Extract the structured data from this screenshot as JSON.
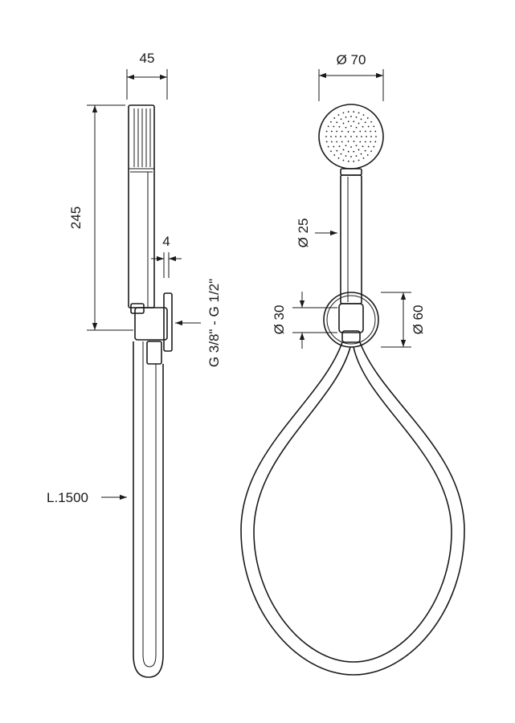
{
  "dimensions": {
    "handle_width": "45",
    "handle_length": "245",
    "wall_gap": "4",
    "thread": "G 3/8\" - G 1/2\"",
    "hose_length": "L.1500",
    "head_diameter": "Ø 70",
    "handle_diameter": "Ø 25",
    "connector_diameter": "Ø 30",
    "bracket_diameter": "Ø 60"
  },
  "colors": {
    "line": "#1a1a1a",
    "background": "#ffffff"
  }
}
